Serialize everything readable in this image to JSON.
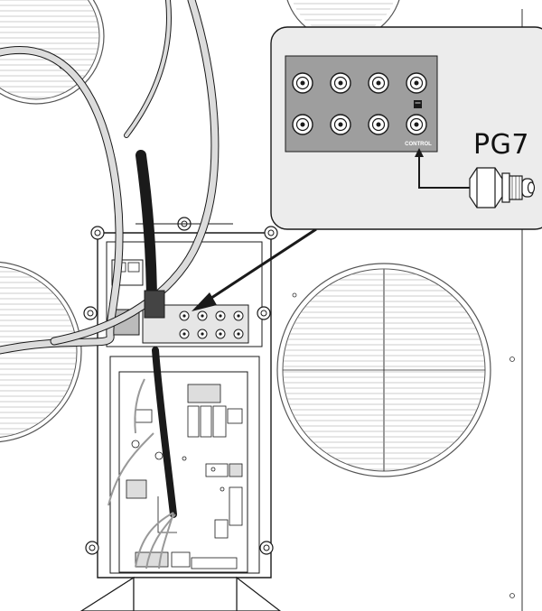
{
  "callout": {
    "gland_label": "PG7",
    "port_label": "CONTROL",
    "port_rows": 2,
    "port_cols": 4
  },
  "colors": {
    "panel_fill": "#9e9e9e",
    "callout_fill": "#ececec",
    "cable_white": "#dcdcdc",
    "cable_black": "#1a1a1a",
    "line": "#1a1a1a"
  },
  "icons": [
    "cable-gland-icon",
    "control-port-icon",
    "fan-grille-icon",
    "pointer-arrow-icon"
  ]
}
